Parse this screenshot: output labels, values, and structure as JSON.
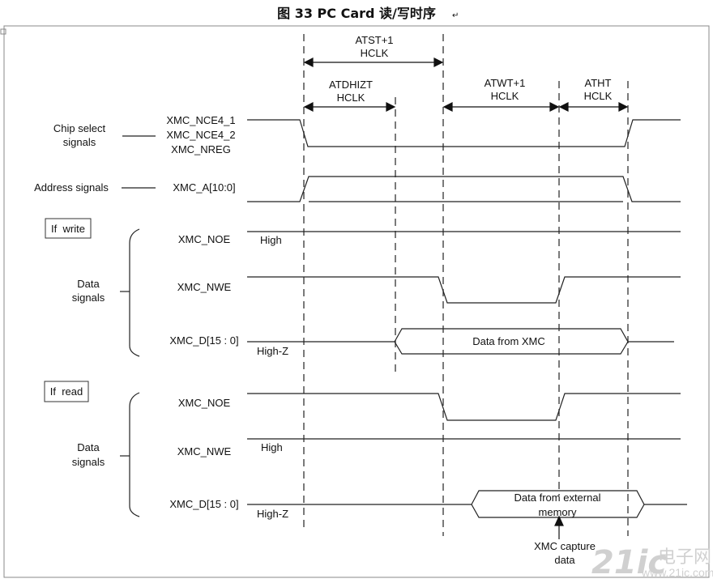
{
  "title": "图 33   PC Card 读/写时序",
  "timing": {
    "atst": [
      "ATST+1",
      "HCLK"
    ],
    "atdhizt": [
      "ATDHIZT",
      "HCLK"
    ],
    "atwt": [
      "ATWT+1",
      "HCLK"
    ],
    "atht": [
      "ATHT",
      "HCLK"
    ]
  },
  "groups": {
    "chip_select": [
      "Chip select",
      "signals"
    ],
    "address": "Address signals",
    "if_write": "If  write",
    "if_read": "If  read",
    "data_signals": [
      "Data",
      "signals"
    ]
  },
  "signals": {
    "nce": [
      "XMC_NCE4_1",
      "XMC_NCE4_2",
      "XMC_NREG"
    ],
    "addr": "XMC_A[10:0]",
    "noe": "XMC_NOE",
    "nwe": "XMC_NWE",
    "data": "XMC_D[15 : 0]"
  },
  "states": {
    "high": "High",
    "highz": "High-Z",
    "data_from_xmc": "Data from XMC",
    "data_from_ext": [
      "Data from external",
      "memory"
    ],
    "capture": [
      "XMC capture",
      "data"
    ]
  },
  "watermark": {
    "logo": "21ic",
    "cn": "电子网",
    "url": "www.21ic.com"
  }
}
